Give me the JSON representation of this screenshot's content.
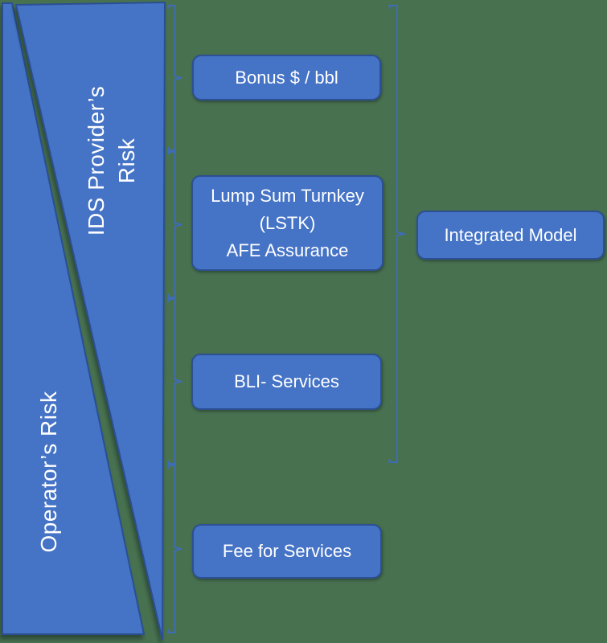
{
  "colors": {
    "background": "#487150",
    "shape_fill": "#4573C6",
    "shape_border": "#2C5093",
    "bracket_line": "#3E6CB8",
    "label_text": "#FFFFFF"
  },
  "triangles": {
    "operator_label": "Operator’s Risk",
    "ids_provider_label_line1": "IDS Provider’s",
    "ids_provider_label_line2": "Risk"
  },
  "model_boxes": {
    "bonus": "Bonus $ / bbl",
    "lstk_line1": "Lump Sum Turnkey",
    "lstk_line2": "(LSTK)",
    "lstk_line3": "AFE Assurance",
    "bli": "BLI- Services",
    "fee": "Fee for Services"
  },
  "result_box": {
    "label": "Integrated Model"
  }
}
